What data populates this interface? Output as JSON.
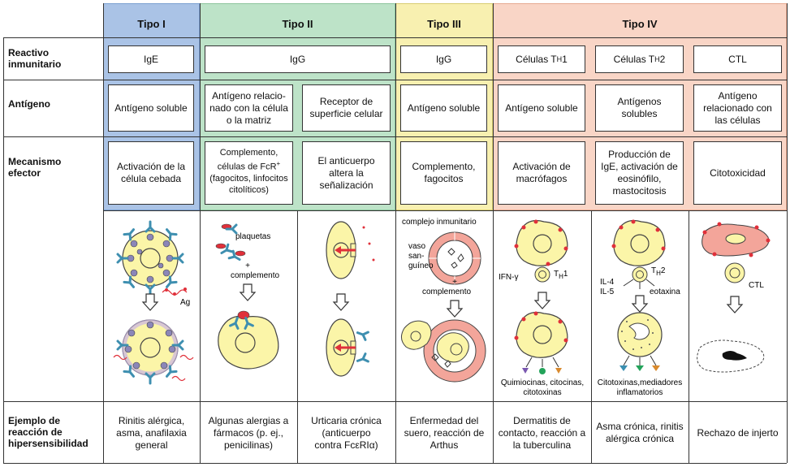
{
  "headers": {
    "tipo1": "Tipo I",
    "tipo2": "Tipo II",
    "tipo3": "Tipo III",
    "tipo4": "Tipo IV"
  },
  "row_labels": {
    "reactivo_1": "Reactivo",
    "reactivo_2": "inmunitario",
    "antigeno": "Antígeno",
    "mecanismo_1": "Mecanismo",
    "mecanismo_2": "efector",
    "ejemplo_1": "Ejemplo de",
    "ejemplo_2": "reacción de",
    "ejemplo_3": "hipersensibilidad"
  },
  "reactivo": {
    "t1": "IgE",
    "t2": "IgG",
    "t3": "IgG",
    "t4a_main": "Células T",
    "t4a_sub": "H",
    "t4a_end": "1",
    "t4b_main": "Células T",
    "t4b_sub": "H",
    "t4b_end": "2",
    "t4c": "CTL"
  },
  "antigeno": {
    "t1": "Antígeno soluble",
    "t2a": "Antígeno relacio- nado con la célula o la matriz",
    "t2b": "Receptor de superficie celular",
    "t3": "Antígeno soluble",
    "t4a": "Antígeno soluble",
    "t4b": "Antígenos solubles",
    "t4c": "Antígeno relacionado con las células"
  },
  "mecanismo": {
    "t1": "Activación de la célula cebada",
    "t2a_main": "Complemento, células de FcR",
    "t2a_sup": "+",
    "t2a_rest": "(fagocitos, linfocitos citolíticos)",
    "t2b": "El anticuerpo altera la señalización",
    "t3": "Complemento, fagocitos",
    "t4a": "Activación de macrófagos",
    "t4b": "Producción de IgE, activación de eosinófilo, mastocitosis",
    "t4c": "Citotoxicidad"
  },
  "illustration_labels": {
    "ag": "Ag",
    "plaquetas": "plaquetas",
    "plus": "+",
    "complemento": "complemento",
    "complejo": "complejo inmunitario",
    "vaso_1": "vaso",
    "vaso_2": "san-",
    "vaso_3": "guíneo",
    "complemento3": "complemento",
    "ifn": "IFN-γ",
    "th1": "T",
    "th1_sub": "H",
    "th1_end": "1",
    "quimio_1": "Quimiocinas, citocinas,",
    "quimio_2": "citotoxinas",
    "il4": "IL-4",
    "il5": "IL-5",
    "eotaxina": "eotaxina",
    "th2": "T",
    "th2_sub": "H",
    "th2_end": "2",
    "citotox_1": "Citotoxinas,mediadores",
    "citotox_2": "inflamatorios",
    "ctl": "CTL"
  },
  "ejemplo": {
    "t1": "Rinitis alérgica, asma, anafilaxia general",
    "t2a": "Algunas alergias a fármacos (p. ej., penicilinas)",
    "t2b_1": "Urticaria crónica",
    "t2b_2": "(anticuerpo",
    "t2b_3": "contra FcεRIα)",
    "t3": "Enfermedad del suero, reacción de Arthus",
    "t4a": "Dermatitis de contacto, reacción a la tuberculina",
    "t4b": "Asma crónica, rinitis alérgica crónica",
    "t4c": "Rechazo de injerto"
  },
  "colors": {
    "tipo1": "#aac3e6",
    "tipo2": "#bde3c8",
    "tipo3": "#f8f0b0",
    "tipo4": "#f9d5c6",
    "cell_yellow": "#fbf5a8",
    "cell_outline": "#444",
    "antibody": "#3e8fb0",
    "red_antigen": "#e0303a",
    "vessel_pink": "#f3a59a",
    "granule": "#8b86b8"
  }
}
